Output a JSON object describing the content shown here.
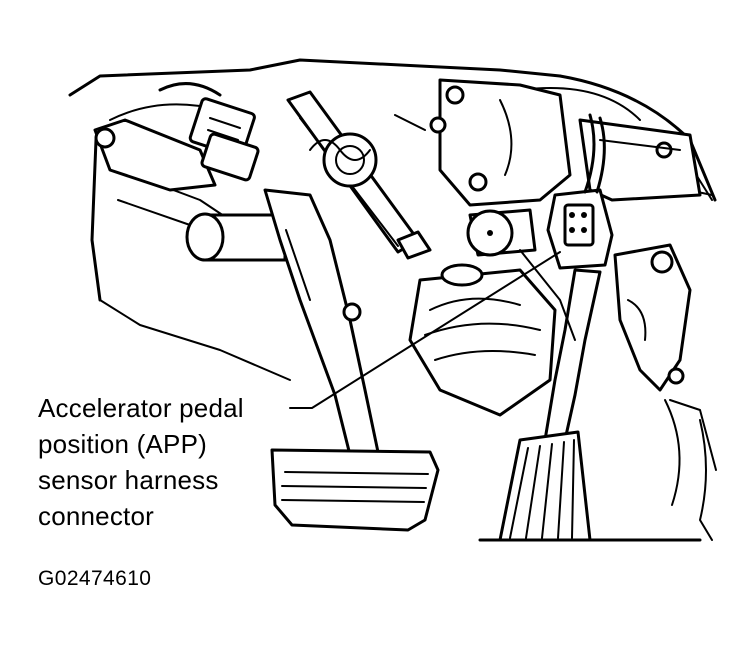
{
  "callout": {
    "line1": "Accelerator pedal",
    "line2": "position (APP)",
    "line3": "sensor harness",
    "line4": "connector"
  },
  "figure_id": "G02474610",
  "colors": {
    "ink": "#000000",
    "paper": "#ffffff"
  }
}
